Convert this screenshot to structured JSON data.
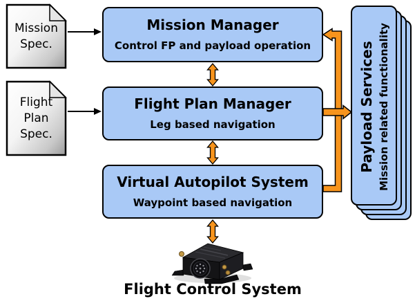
{
  "documents": {
    "mission_spec": {
      "lines": [
        "Mission",
        "Spec."
      ]
    },
    "flight_plan_spec": {
      "lines": [
        "Flight",
        "Plan",
        "Spec."
      ]
    }
  },
  "boxes": {
    "mission_manager": {
      "title": "Mission Manager",
      "subtitle": "Control FP and payload operation"
    },
    "flight_plan_manager": {
      "title": "Flight Plan Manager",
      "subtitle": "Leg based navigation"
    },
    "virtual_autopilot": {
      "title": "Virtual Autopilot System",
      "subtitle": "Waypoint based navigation"
    },
    "payload_services": {
      "title": "Payload Services",
      "subtitle": "Mission related functionality"
    }
  },
  "labels": {
    "flight_control_system": "Flight Control System"
  },
  "icons": {
    "flight_control_hardware": "avionics-box-photo",
    "document": "paper-with-folded-corner"
  },
  "colors": {
    "box_fill": "#a9c9f6",
    "box_border": "#000000",
    "connector_orange": "#f7941d",
    "connector_outline": "#000000",
    "doc_arrow": "#000000"
  }
}
